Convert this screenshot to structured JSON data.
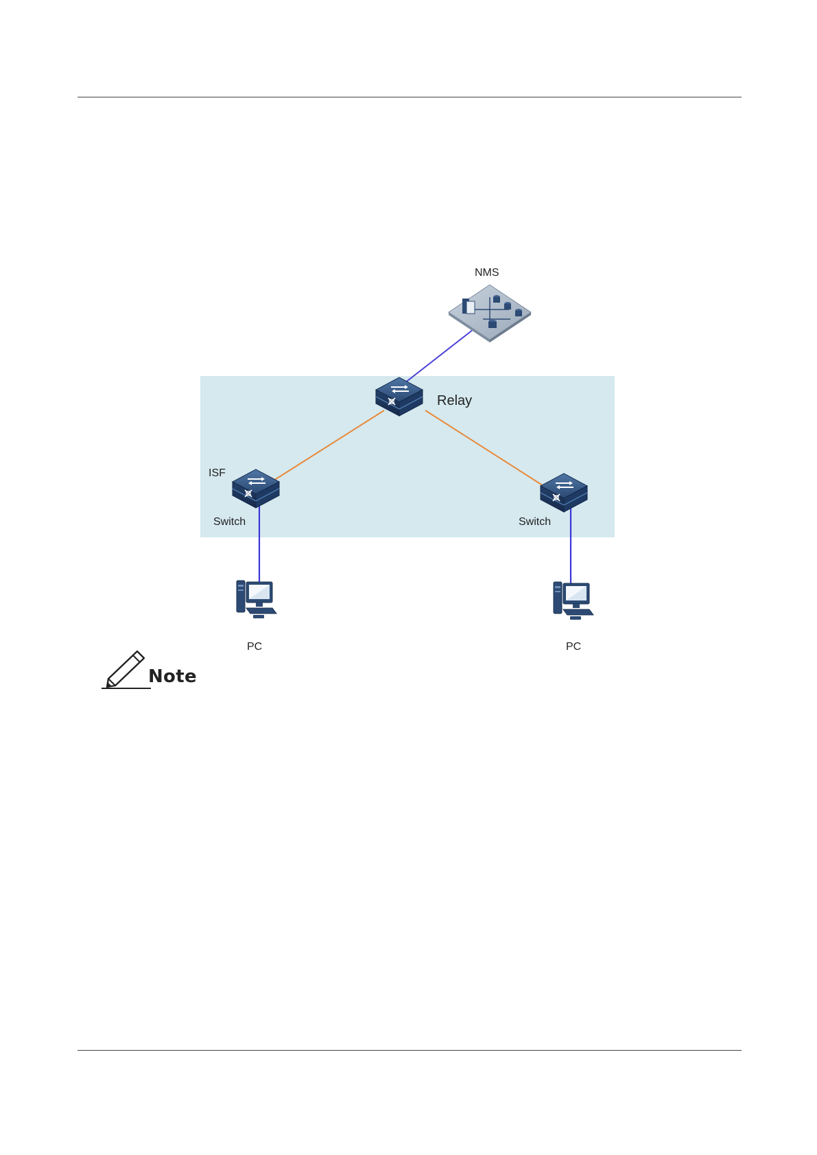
{
  "diagram": {
    "nodes": {
      "nms": {
        "label": "NMS",
        "icon": "nms-server-icon"
      },
      "relay": {
        "label": "Relay",
        "icon": "switch-icon"
      },
      "switch_left": {
        "label": "Switch",
        "group_label": "ISF",
        "icon": "switch-icon"
      },
      "switch_right": {
        "label": "Switch",
        "icon": "switch-icon"
      },
      "pc_left": {
        "label": "PC",
        "icon": "pc-icon"
      },
      "pc_right": {
        "label": "PC",
        "icon": "pc-icon"
      }
    },
    "links": [
      {
        "from": "nms",
        "to": "relay",
        "color": "#4a3fd6"
      },
      {
        "from": "relay",
        "to": "switch_left",
        "color": "#e8893a"
      },
      {
        "from": "relay",
        "to": "switch_right",
        "color": "#e8893a"
      },
      {
        "from": "switch_left",
        "to": "pc_left",
        "color": "#3a35d8"
      },
      {
        "from": "switch_right",
        "to": "pc_right",
        "color": "#3a35d8"
      }
    ],
    "region_color": "#d5e9ef",
    "device_color": "#2c4a73"
  },
  "note": {
    "label": "Note",
    "icon": "pencil-icon"
  }
}
